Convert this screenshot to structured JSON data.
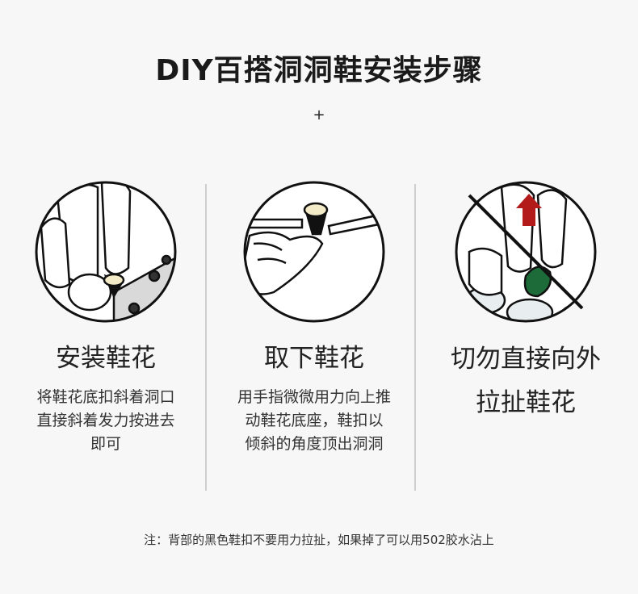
{
  "title": "DIY百搭洞洞鞋安装步骤",
  "plus": "+",
  "steps": [
    {
      "heading": "安装鞋花",
      "desc_lines": [
        "将鞋花底扣斜着洞口",
        "直接斜着发力按进去",
        "即可"
      ]
    },
    {
      "heading": "取下鞋花",
      "desc_lines": [
        "用手指微微用力向上推",
        "动鞋花底座，鞋扣以",
        "倾斜的角度顶出洞洞"
      ]
    },
    {
      "heading_lines": [
        "切勿直接向外",
        "拉扯鞋花"
      ]
    }
  ],
  "note": "注：背部的黑色鞋扣不要用力拉扯，如果掉了可以用502胶水沾上",
  "colors": {
    "charm_cream": "#f3ebc8",
    "charm_green": "#1e6b3a",
    "arrow_red": "#b31b1b",
    "ink": "#111111"
  }
}
